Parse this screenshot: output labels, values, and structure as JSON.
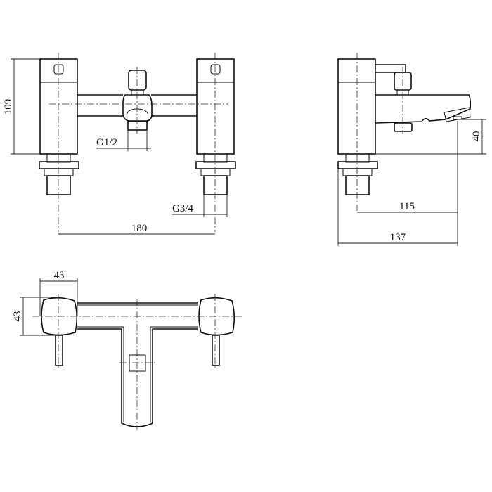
{
  "title": "Bath shower mixer technical drawing",
  "front_view": {
    "height_dim": "109",
    "outlet_thread": "G1/2",
    "inlet_thread": "G3/4",
    "centres_dim": "180"
  },
  "side_view": {
    "spout_height_dim": "40",
    "spout_reach_dim": "115",
    "overall_depth_dim": "137"
  },
  "plan_view": {
    "handle_width_dim": "43",
    "handle_depth_dim": "43"
  }
}
